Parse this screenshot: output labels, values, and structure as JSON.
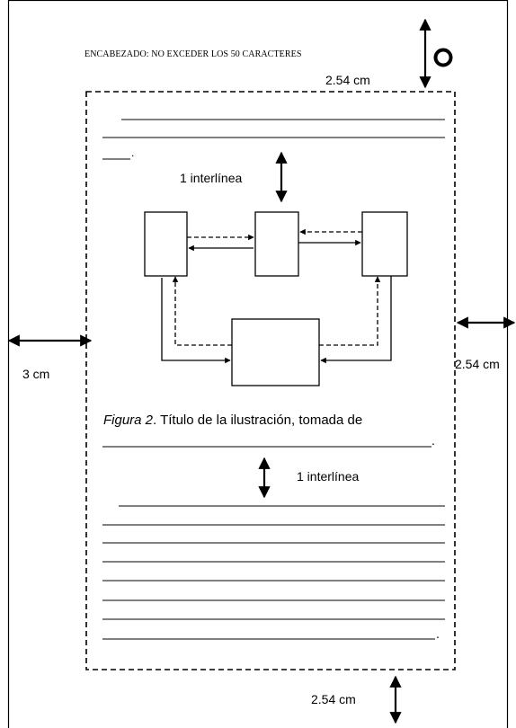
{
  "header": {
    "text": "ENCABEZADO: NO EXCEDER LOS 50 CARACTERES",
    "page_number": "O"
  },
  "margins": {
    "top": "2.54 cm",
    "right": "2.54 cm",
    "left": "3 cm",
    "bottom": "2.54 cm"
  },
  "spacing": {
    "top_label": "1 interlínea",
    "bottom_label": "1 interlínea"
  },
  "text_lines": {
    "first_block_end": "___.",
    "last_block_end": "."
  },
  "figure": {
    "caption_italic": "Figura 2",
    "caption_rest": ". Título de la ilustración, tomada de",
    "caption_line2_end": "."
  }
}
